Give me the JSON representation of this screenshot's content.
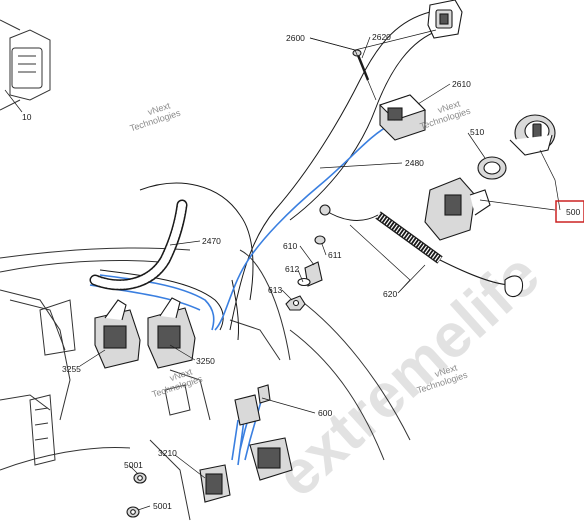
{
  "watermarks": {
    "main": "extremelife",
    "small": [
      "vNext",
      "Technologies"
    ]
  },
  "colors": {
    "highlight_wire": "#3a7fe0",
    "callout_box": "#cc2222",
    "line_art": "#1a1a1a"
  },
  "parts": [
    {
      "ref": "10"
    },
    {
      "ref": "2600"
    },
    {
      "ref": "2620"
    },
    {
      "ref": "2610"
    },
    {
      "ref": "2480"
    },
    {
      "ref": "510"
    },
    {
      "ref": "500",
      "highlighted": true
    },
    {
      "ref": "2470"
    },
    {
      "ref": "610"
    },
    {
      "ref": "611"
    },
    {
      "ref": "612"
    },
    {
      "ref": "613"
    },
    {
      "ref": "620"
    },
    {
      "ref": "3255"
    },
    {
      "ref": "3250"
    },
    {
      "ref": "600"
    },
    {
      "ref": "3210"
    },
    {
      "ref": "5001"
    },
    {
      "ref": "5001"
    }
  ]
}
